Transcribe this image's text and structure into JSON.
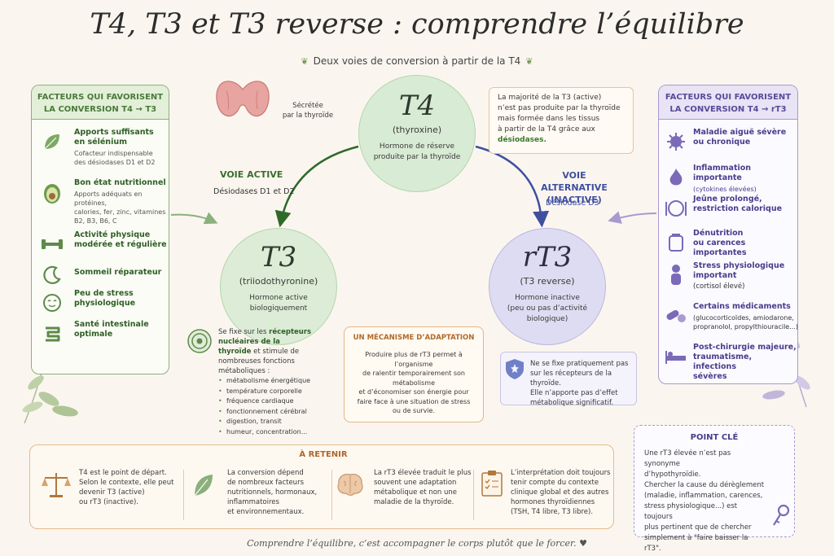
{
  "title": "T4, T3 et T3 reverse : comprendre l’équilibre",
  "subtitle": "Deux voies de conversion à partir de la T4",
  "thyroid_caption": [
    "Sécrétée",
    "par la thyroïde"
  ],
  "t4": {
    "symbol": "T4",
    "name": "(thyroxine)",
    "desc": [
      "Hormone de réserve",
      "produite par la thyroïde"
    ]
  },
  "t3": {
    "symbol": "T3",
    "name": "(triiodothyronine)",
    "desc": [
      "Hormone active",
      "biologiquement"
    ]
  },
  "rt3": {
    "symbol": "rT3",
    "name": "(T3 reverse)",
    "desc": [
      "Hormone inactive",
      "(peu ou pas d’activité",
      "biologique)"
    ]
  },
  "info_box": {
    "text": [
      "La majorité de la T3 (active)",
      "n’est pas produite par la thyroïde",
      "mais formée dans les tissus",
      "à partir de la T4 grâce aux"
    ],
    "highlight": "désiodases."
  },
  "voie_active": {
    "label": "VOIE ACTIVE",
    "sub": "Désiodases D1 et D2"
  },
  "voie_alt": {
    "label": [
      "VOIE ALTERNATIVE",
      "(INACTIVE)"
    ],
    "sub": "Désiodase D3"
  },
  "left_panel": {
    "header": [
      "FACTEURS QUI FAVORISENT",
      "LA CONVERSION T4 → T3"
    ],
    "items": [
      {
        "icon": "leaf-icon",
        "title": [
          "Apports suffisants",
          "en sélénium"
        ],
        "sub": [
          "Cofacteur indispensable",
          "des désiodases D1 et D2"
        ]
      },
      {
        "icon": "avocado-icon",
        "title": [
          "Bon état nutritionnel"
        ],
        "sub": [
          "Apports adéquats en protéines,",
          "calories, fer, zinc, vitamines",
          "B2, B3, B6, C"
        ]
      },
      {
        "icon": "dumbbell-icon",
        "title": [
          "Activité physique",
          "modérée et régulière"
        ],
        "sub": []
      },
      {
        "icon": "moon-icon",
        "title": [
          "Sommeil réparateur"
        ],
        "sub": []
      },
      {
        "icon": "calm-face-icon",
        "title": [
          "Peu de stress",
          "physiologique"
        ],
        "sub": []
      },
      {
        "icon": "intestine-icon",
        "title": [
          "Santé intestinale",
          "optimale"
        ],
        "sub": []
      }
    ]
  },
  "right_panel": {
    "header": [
      "FACTEURS QUI FAVORISENT",
      "LA CONVERSION T4 → rT3"
    ],
    "items": [
      {
        "icon": "virus-icon",
        "title": [
          "Maladie aiguë sévère",
          "ou chronique"
        ],
        "sub": []
      },
      {
        "icon": "flame-icon",
        "title": [
          "Inflammation importante"
        ],
        "sub": [
          "(cytokines élevées)"
        ]
      },
      {
        "icon": "plate-icon",
        "title": [
          "Jeûne prolongé,",
          "restriction calorique"
        ],
        "sub": []
      },
      {
        "icon": "empty-jar-icon",
        "title": [
          "Dénutrition",
          "ou carences importantes"
        ],
        "sub": []
      },
      {
        "icon": "stressed-person-icon",
        "title": [
          "Stress physiologique",
          "important"
        ],
        "sub": [
          "(cortisol élevé)"
        ]
      },
      {
        "icon": "pills-icon",
        "title": [
          "Certains médicaments"
        ],
        "sub": [
          "(glucocorticoïdes, amiodarone,",
          "propranolol, propylthiouracile...)"
        ]
      },
      {
        "icon": "hospital-bed-icon",
        "title": [
          "Post-chirurgie majeure,",
          "traumatisme, infections",
          "sévères"
        ],
        "sub": []
      }
    ]
  },
  "t3_box": {
    "intro_a": "Se fixe sur les ",
    "intro_b": "récepteurs nucléaires de la thyroïde",
    "intro_c": " et stimule de nombreuses fonctions métaboliques :",
    "points": [
      "métabolisme énergétique",
      "température corporelle",
      "fréquence cardiaque",
      "fonctionnement cérébral",
      "digestion, transit",
      "humeur, concentration..."
    ]
  },
  "mechanism": {
    "header": "UN MÉCANISME D’ADAPTATION",
    "text": [
      "Produire plus de rT3 permet à l’organisme",
      "de ralentir temporairement son métabolisme",
      "et d’économiser son énergie pour",
      "faire face à une situation de stress",
      "ou de survie."
    ]
  },
  "rt3_box": {
    "text": [
      "Ne se fixe pratiquement pas",
      "sur les récepteurs de la thyroïde.",
      "Elle n’apporte pas d’effet",
      "métabolique significatif."
    ]
  },
  "retenir": {
    "header": "À RETENIR",
    "cols": [
      {
        "icon": "scale-icon",
        "text": [
          "T4 est le point de départ.",
          "Selon le contexte, elle peut",
          "devenir T3 (active)",
          "ou rT3 (inactive)."
        ]
      },
      {
        "icon": "leaf-icon",
        "text": [
          "La conversion dépend",
          "de nombreux facteurs",
          "nutritionnels, hormonaux,",
          "inflammatoires",
          "et environnementaux."
        ]
      },
      {
        "icon": "brain-icon",
        "text": [
          "La rT3 élevée traduit le plus",
          "souvent une adaptation",
          "métabolique et non une",
          "maladie de la thyroïde."
        ]
      },
      {
        "icon": "clipboard-icon",
        "text": [
          "L’interprétation doit toujours",
          "tenir compte du contexte",
          "clinique global et des autres",
          "hormones thyroïdiennes",
          "(TSH, T4 libre, T3 libre)."
        ]
      }
    ]
  },
  "point_cle": {
    "header": "POINT CLÉ",
    "text": [
      "Une rT3 élevée n’est pas synonyme",
      "d’hypothyroïdie.",
      "Chercher la cause du dérèglement",
      "(maladie, inflammation, carences,",
      "stress physiologique...) est toujours",
      "plus pertinent que de chercher",
      "simplement à \"faire baisser la rT3\"."
    ]
  },
  "footer": "Comprendre l’équilibre, c’est accompagner le corps plutôt que le forcer. ♥",
  "colors": {
    "green": "#8ab07c",
    "purple": "#a79ad0",
    "orange": "#e2b68a",
    "arrow_green": "#2f6a2a",
    "arrow_blue": "#3f4fa0"
  }
}
